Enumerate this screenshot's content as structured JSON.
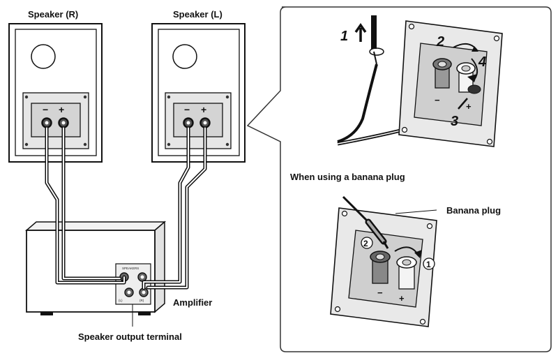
{
  "speaker_right": {
    "label": "Speaker (R)",
    "minus": "−",
    "plus": "+"
  },
  "speaker_left": {
    "label": "Speaker (L)",
    "minus": "−",
    "plus": "+"
  },
  "amplifier": {
    "label": "Amplifier",
    "terminal_caption": "Speaker output terminal",
    "panel_heading": "SPEAKERS",
    "panel_sublabel_left": "(L)",
    "panel_sublabel_right": "(R)"
  },
  "steps": {
    "s1": "1",
    "s2": "2",
    "s3": "3",
    "s4": "4"
  },
  "terminal_signs": {
    "minus": "−",
    "plus": "+"
  },
  "banana": {
    "heading": "When using a banana plug",
    "plug_label": "Banana plug",
    "step1": "1",
    "step2": "2",
    "minus": "−",
    "plus": "+"
  },
  "colors": {
    "ink": "#111111",
    "panel_gray": "#e6e6e6",
    "panel_dark": "#bdbdbd",
    "callout_border": "#333333"
  }
}
